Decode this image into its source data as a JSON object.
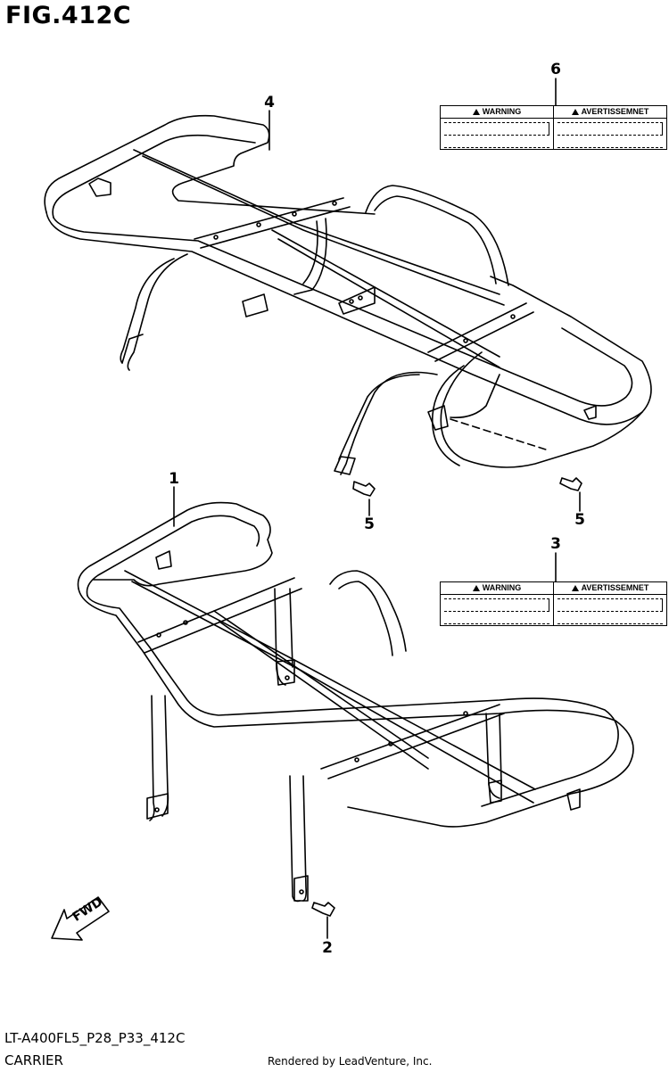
{
  "figure": {
    "title": "FIG.412C",
    "model_code": "LT-A400FL5_P28_P33_412C",
    "section": "CARRIER",
    "rendered_by": "Rendered by LeadVenture, Inc."
  },
  "callouts": [
    {
      "id": "4",
      "label": "4"
    },
    {
      "id": "6",
      "label": "6"
    },
    {
      "id": "5a",
      "label": "5"
    },
    {
      "id": "5b",
      "label": "5"
    },
    {
      "id": "1",
      "label": "1"
    },
    {
      "id": "3",
      "label": "3"
    },
    {
      "id": "2",
      "label": "2"
    }
  ],
  "warning_labels": [
    {
      "id": "6",
      "left_head": "WARNING",
      "right_head": "AVERTISSEMNET"
    },
    {
      "id": "3",
      "left_head": "WARNING",
      "right_head": "AVERTISSEMNET"
    }
  ],
  "fwd_arrow": {
    "text": "FWD"
  }
}
